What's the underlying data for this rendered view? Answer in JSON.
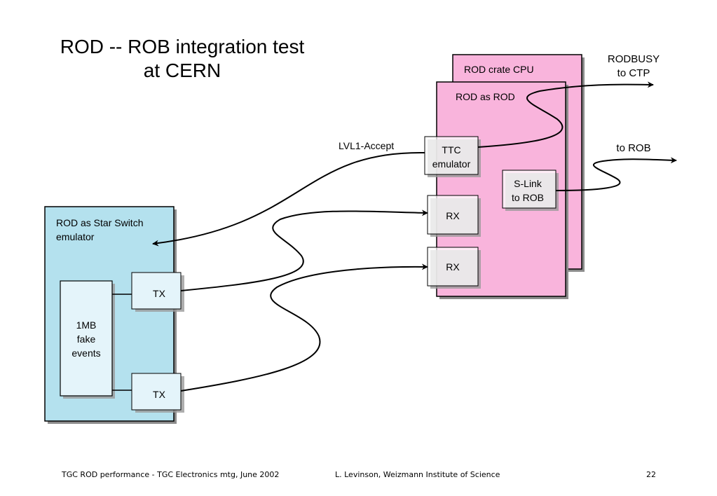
{
  "title": {
    "line1": "ROD -- ROB integration test",
    "line2": "at CERN"
  },
  "diagram": {
    "star_switch": {
      "label_line1": "ROD as Star Switch",
      "label_line2": "emulator",
      "fake_events": [
        "1MB",
        "fake",
        "events"
      ],
      "tx_top": "TX",
      "tx_bottom": "TX"
    },
    "rod_crate_cpu": "ROD crate CPU",
    "rod_as_rod": "ROD as ROD",
    "ttc_emulator": [
      "TTC",
      "emulator"
    ],
    "slink": [
      "S-Link",
      "to ROB"
    ],
    "rx_top": "RX",
    "rx_bottom": "RX",
    "lvl1_accept": "LVL1-Accept",
    "rodbusy": [
      "RODBUSY",
      "to CTP"
    ],
    "to_rob": "to ROB",
    "colors": {
      "star_switch_fill": "#b4e1ee",
      "rod_fill": "#f9b4dc",
      "inner_box_fill": "#ffffff",
      "shadow": "#9a9a9a"
    }
  },
  "footer": {
    "left": "TGC ROD performance - TGC Electronics  mtg, June 2002",
    "center": "L. Levinson, Weizmann Institute of Science",
    "page": "22"
  }
}
